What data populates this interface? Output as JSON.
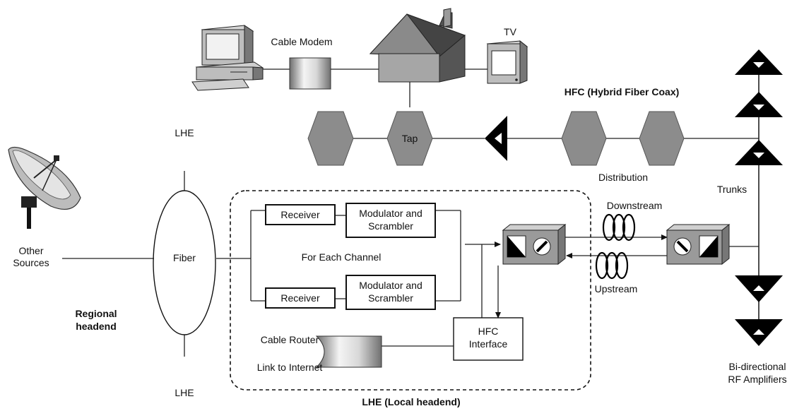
{
  "labels": {
    "cable_modem": "Cable Modem",
    "tv": "TV",
    "hfc_title": "HFC (Hybrid Fiber Coax)",
    "lhe_top": "LHE",
    "lhe_bottom": "LHE",
    "tap": "Tap",
    "distribution": "Distribution",
    "trunks": "Trunks",
    "downstream": "Downstream",
    "upstream": "Upstream",
    "fiber": "Fiber",
    "other_sources_line1": "Other",
    "other_sources_line2": "Sources",
    "regional_line1": "Regional",
    "regional_line2": "headend",
    "receiver_top": "Receiver",
    "receiver_bottom": "Receiver",
    "modulator_top_line1": "Modulator and",
    "modulator_top_line2": "Scrambler",
    "modulator_bottom_line1": "Modulator and",
    "modulator_bottom_line2": "Scrambler",
    "for_each_channel": "For Each Channel",
    "hfc_interface_line1": "HFC",
    "hfc_interface_line2": "Interface",
    "cable_router": "Cable Router",
    "link_to_internet": "Link to Internet",
    "lhe_local": "LHE (Local headend)",
    "amplifiers_line1": "Bi-directional",
    "amplifiers_line2": "RF Amplifiers"
  },
  "icons": [
    "satellite-dish-icon",
    "computer-icon",
    "cable-modem-icon",
    "house-icon",
    "tv-icon",
    "optical-node-icon",
    "coax-coil-icon",
    "rf-amplifier-icon",
    "router-icon"
  ],
  "colors": {
    "line": "#222222",
    "hex_fill": "#8c8c8c",
    "device_gray": "#9a9a9a",
    "triangle": "#000000"
  }
}
